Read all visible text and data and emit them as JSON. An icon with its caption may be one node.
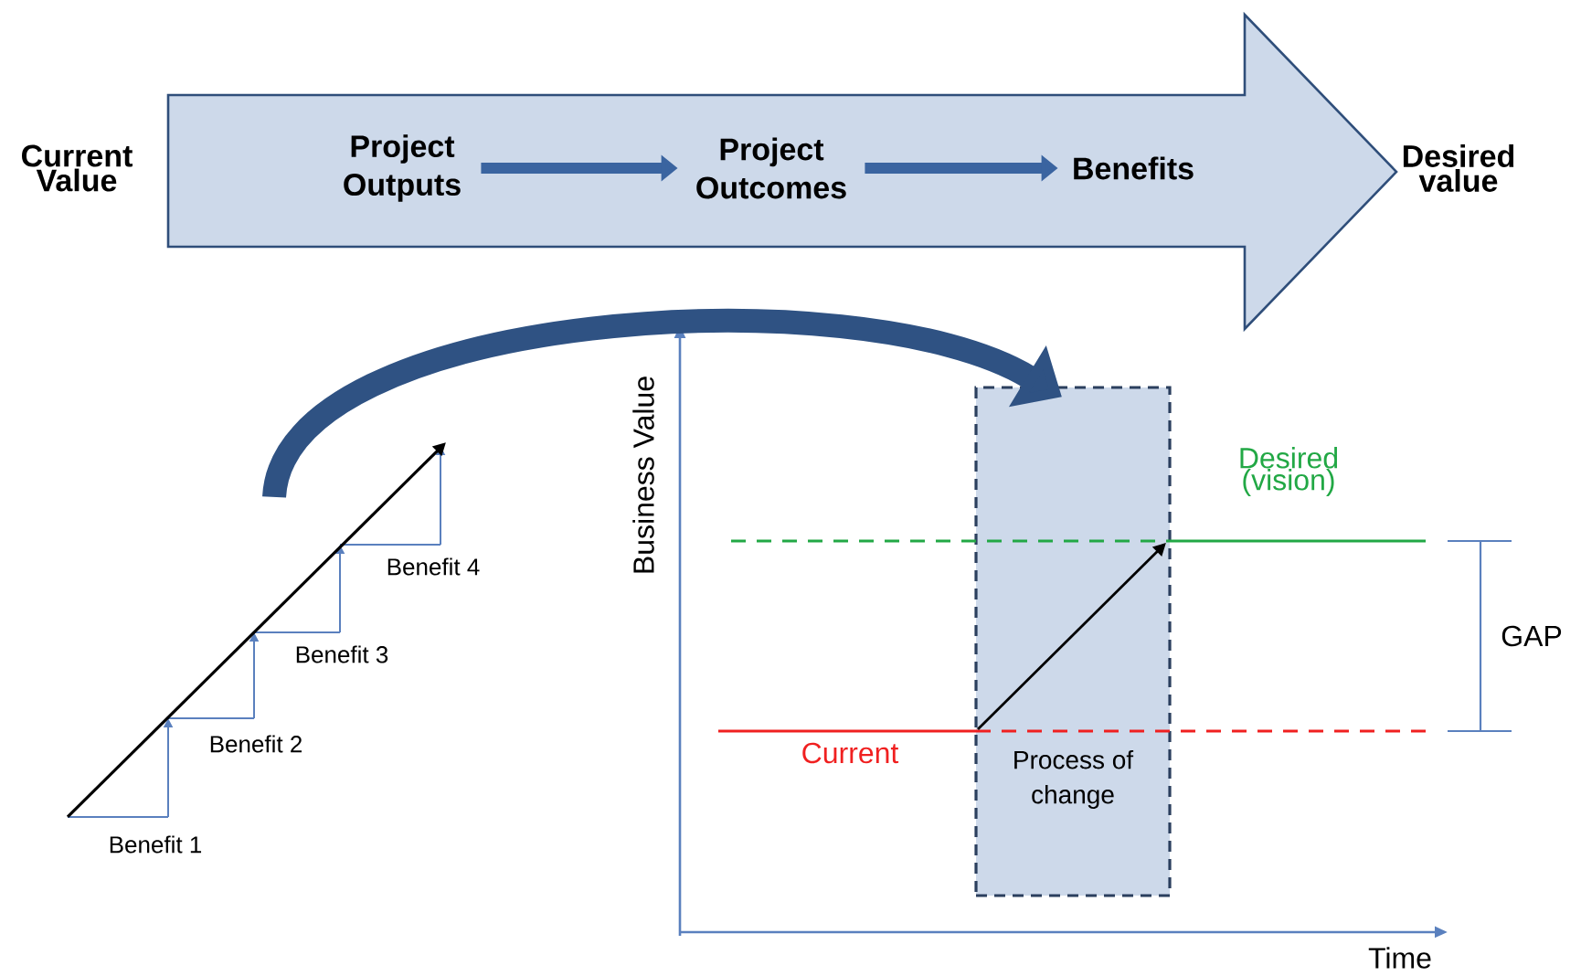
{
  "diagram": {
    "nodes": [
      {
        "text": [],
        "shape": "arrow"
      },
      {
        "text": [
          "Project Outputs"
        ],
        "in": 0
      },
      {
        "text": [
          "Project Outcomes"
        ],
        "in": 0
      },
      {
        "text": [
          "Benefits"
        ],
        "in": 0
      },
      {
        "text": [
          "Process of change"
        ]
      }
    ],
    "edges": [
      {
        "from": 1,
        "to": 2,
        "arrow": "to"
      },
      {
        "from": 2,
        "to": 3,
        "arrow": "to"
      },
      {
        "from": null,
        "to": 4,
        "arrow": "to",
        "style": "thick"
      }
    ],
    "labels": [
      "Current Value",
      "Desired value",
      "Benefit 4",
      "Benefit 3",
      "Benefit 2",
      "Benefit 1",
      "Business Value",
      "Desired (vision)",
      "GAP",
      "Current",
      "Time"
    ]
  }
}
